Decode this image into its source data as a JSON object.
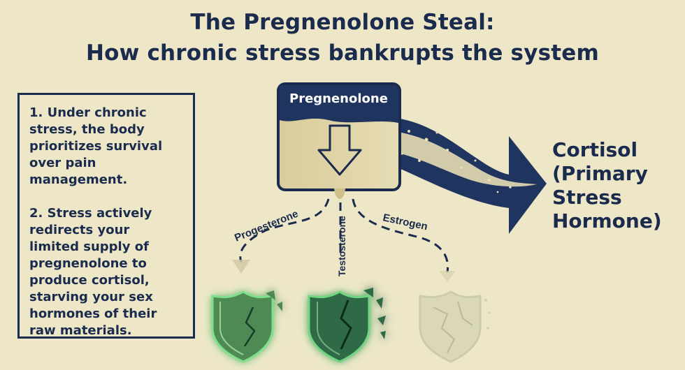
{
  "title": {
    "line1": "The Pregnenolone Steal:",
    "line2": "How chronic stress bankrupts the system"
  },
  "textbox": {
    "point1": "1. Under chronic stress, the body prioritizes survival over pain management.",
    "point2": "2. Stress actively redirects your limited supply of pregnenolone to produce cortisol, starving your sex hormones of their raw materials."
  },
  "diagram": {
    "source_label": "Pregnenolone",
    "target_label_line1": "Cortisol",
    "target_label_line2": "(Primary",
    "target_label_line3": "Stress",
    "target_label_line4": "Hormone)",
    "branches": [
      {
        "label": "Progesterone",
        "shield_state": "cracked",
        "shield_color": "#4f8a54"
      },
      {
        "label": "Testosterone",
        "shield_state": "shattered",
        "shield_color": "#2f6b45"
      },
      {
        "label": "Estrogen",
        "shield_state": "faded",
        "shield_color": "#bfc4a0"
      }
    ]
  },
  "colors": {
    "background": "#ede7c8",
    "navy": "#1b2b4d",
    "sand": "#d8ca99",
    "glow_green": "#7de08a"
  }
}
